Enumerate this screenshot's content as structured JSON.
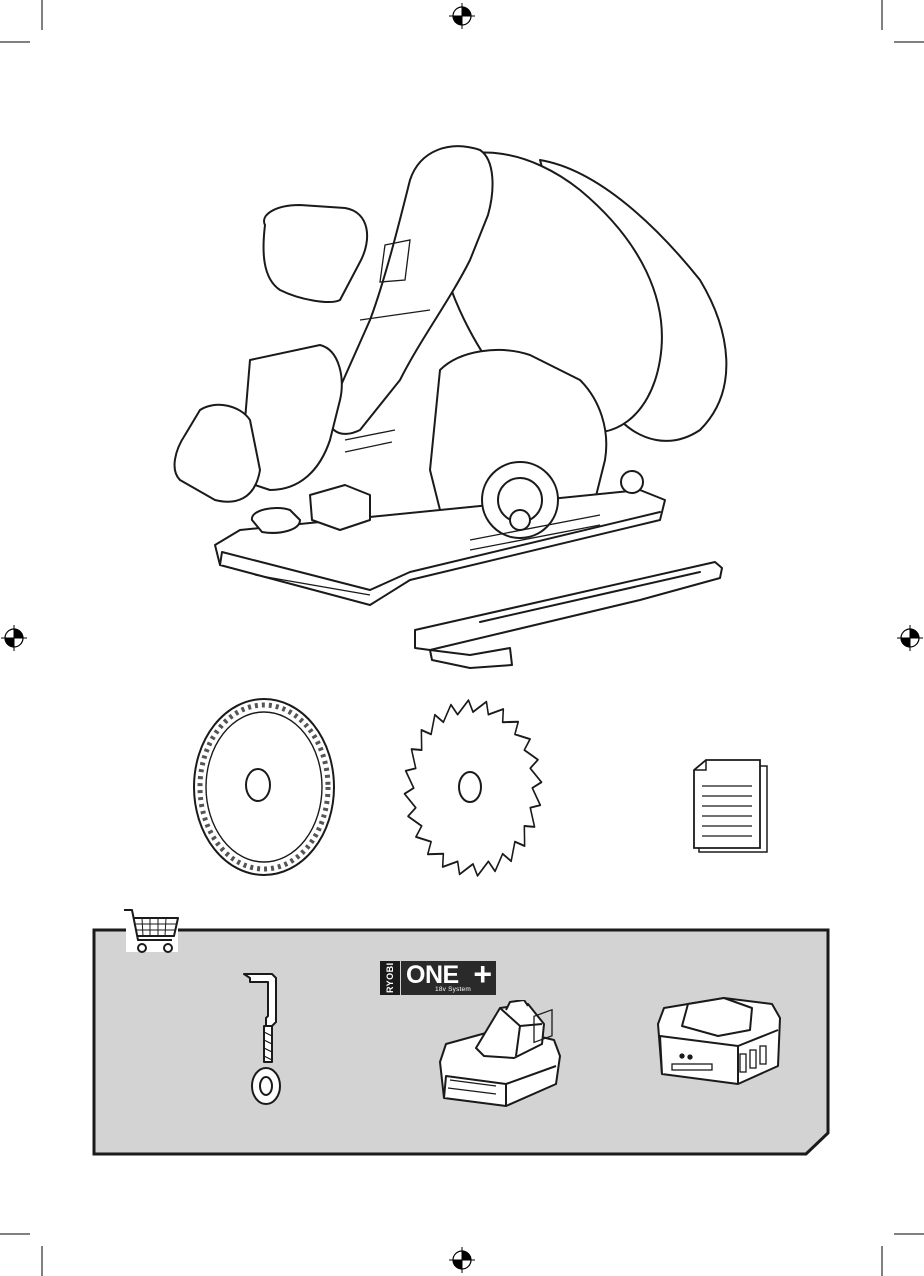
{
  "logo": {
    "brand": "RYOBI",
    "product": "ONE",
    "plus": "+",
    "system": "18v System"
  },
  "icons": {
    "registration_marks": [
      "crosshair-icon",
      "crosshair-icon",
      "crosshair-icon",
      "crosshair-icon"
    ],
    "cart": "shopping-cart-icon",
    "manual": "document-icon"
  },
  "colors": {
    "accessory_panel": "#d3d3d3",
    "line_art": "#1a1a1a"
  }
}
